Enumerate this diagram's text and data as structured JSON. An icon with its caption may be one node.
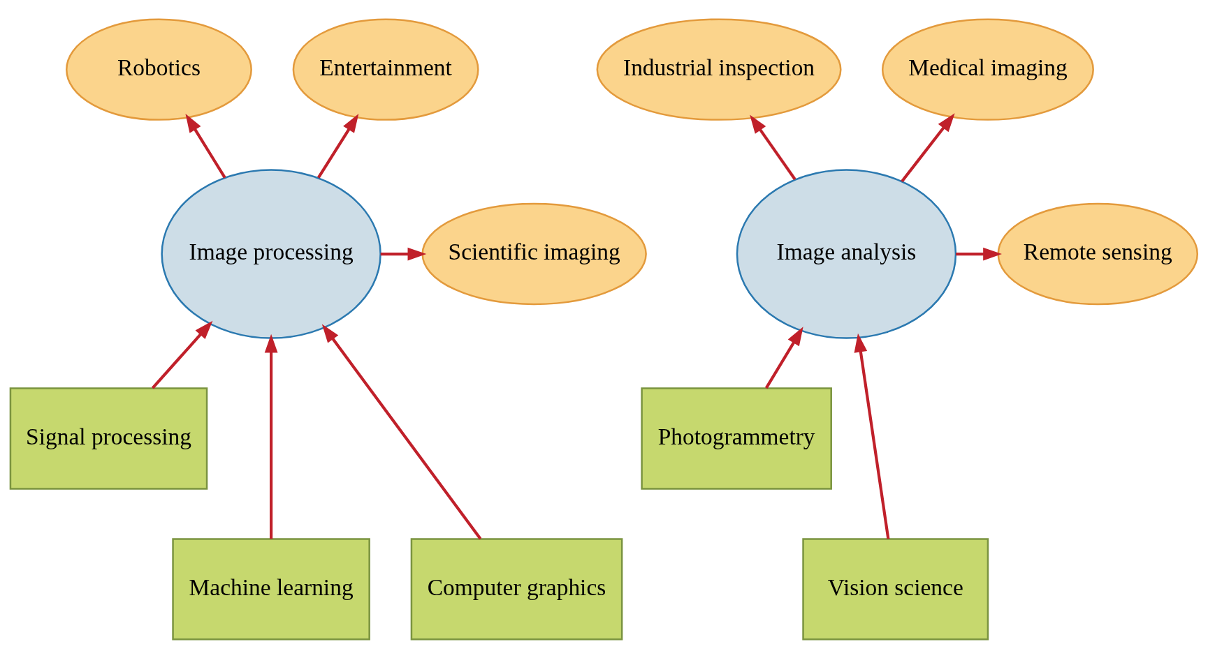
{
  "diagram": {
    "nodes": [
      {
        "text": [
          "Entertainment"
        ]
      },
      {
        "text": [
          "Industrial inspection"
        ]
      },
      {
        "text": [
          "Robotics"
        ]
      },
      {
        "text": [
          "Medical imaging"
        ]
      },
      {
        "text": [
          "Scientific imaging"
        ]
      },
      {
        "text": [
          "Image processing"
        ]
      },
      {
        "text": [
          "Image analysis"
        ]
      },
      {
        "text": [
          "Remote sensing"
        ]
      },
      {
        "text": [
          "Signal processing"
        ]
      },
      {
        "text": [
          "Photogrammetry"
        ]
      },
      {
        "text": [
          "Machine learning"
        ]
      },
      {
        "text": [
          "Computer graphics"
        ]
      },
      {
        "text": [
          "Vision science"
        ]
      }
    ],
    "edges": [
      {
        "from": 5,
        "to": 2,
        "arrow": "to"
      },
      {
        "from": 5,
        "to": 0,
        "arrow": "to"
      },
      {
        "from": 6,
        "to": 1,
        "arrow": "to"
      },
      {
        "from": 6,
        "to": 3,
        "arrow": "to"
      },
      {
        "from": 5,
        "to": 4,
        "arrow": "to"
      },
      {
        "from": 6,
        "to": 7,
        "arrow": "to"
      },
      {
        "from": 8,
        "to": 5,
        "arrow": "to"
      },
      {
        "from": 10,
        "to": 5,
        "arrow": "to"
      },
      {
        "from": 11,
        "to": 5,
        "arrow": "to"
      },
      {
        "from": 12,
        "to": 6,
        "arrow": "to"
      },
      {
        "from": 9,
        "to": 6,
        "arrow": "to"
      }
    ]
  }
}
